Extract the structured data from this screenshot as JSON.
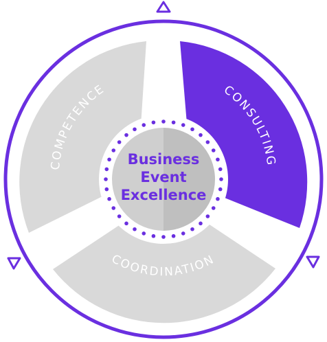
{
  "diagram": {
    "center": {
      "lines": [
        "Business",
        "Event",
        "Excellence"
      ]
    },
    "segments": [
      {
        "id": "competence",
        "label": "COMPETENCE",
        "color": "#d9d9d9",
        "label_color": "#ffffff"
      },
      {
        "id": "consulting",
        "label": "CONSULTING",
        "color": "#6a2fe0",
        "label_color": "#ffffff"
      },
      {
        "id": "coordination",
        "label": "COORDINATION",
        "color": "#d9d9d9",
        "label_color": "#ffffff"
      }
    ],
    "colors": {
      "ring": "#6a2fe0",
      "center_fill_light": "#cfcfcf",
      "center_fill_dark": "#bfbfbf",
      "center_text": "#6a2fe0",
      "dots": "#6a2fe0"
    }
  }
}
